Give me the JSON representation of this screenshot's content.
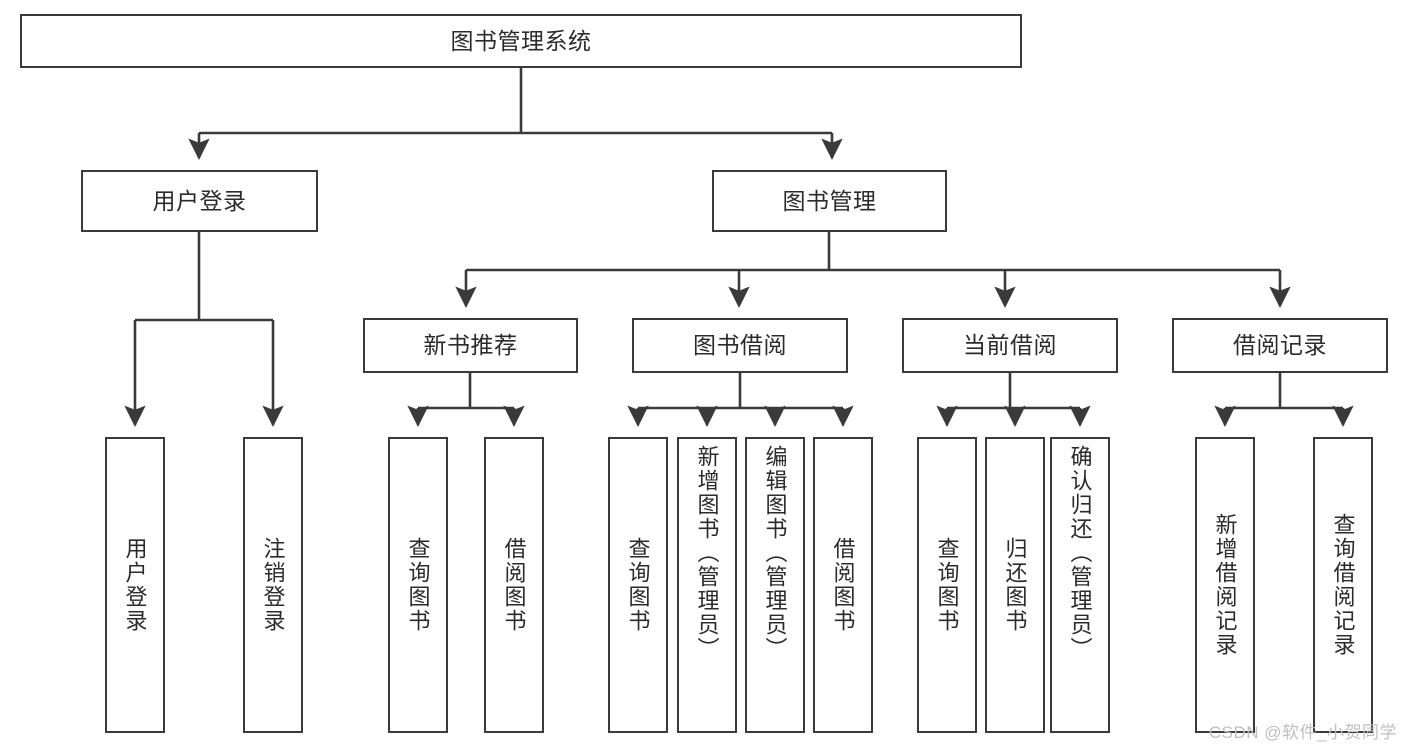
{
  "diagram": {
    "type": "tree-hierarchy",
    "title": "图书管理系统",
    "watermark": "CSDN @软件_小贺同学",
    "colors": {
      "node_border": "#3a3a3a",
      "node_fill": "#ffffff",
      "edge": "#3a3a3a",
      "text": "#2b2b2b",
      "watermark": "#bfbfbf",
      "background": "#ffffff"
    },
    "root": {
      "label": "图书管理系统"
    },
    "level2": [
      {
        "label": "用户登录"
      },
      {
        "label": "图书管理"
      }
    ],
    "level3": [
      {
        "label": "新书推荐"
      },
      {
        "label": "图书借阅"
      },
      {
        "label": "当前借阅"
      },
      {
        "label": "借阅记录"
      }
    ],
    "leaves": {
      "user_login": [
        {
          "label": "用户登录"
        },
        {
          "label": "注销登录"
        }
      ],
      "new_book_recommend": [
        {
          "label": "查询图书"
        },
        {
          "label": "借阅图书"
        }
      ],
      "book_borrow": [
        {
          "label": "查询图书"
        },
        {
          "label": "新增图书（管理员）"
        },
        {
          "label": "编辑图书（管理员）"
        },
        {
          "label": "借阅图书"
        }
      ],
      "current_borrow": [
        {
          "label": "查询图书"
        },
        {
          "label": "归还图书"
        },
        {
          "label": "确认归还（管理员）"
        }
      ],
      "borrow_record": [
        {
          "label": "新增借阅记录"
        },
        {
          "label": "查询借阅记录"
        }
      ]
    }
  }
}
